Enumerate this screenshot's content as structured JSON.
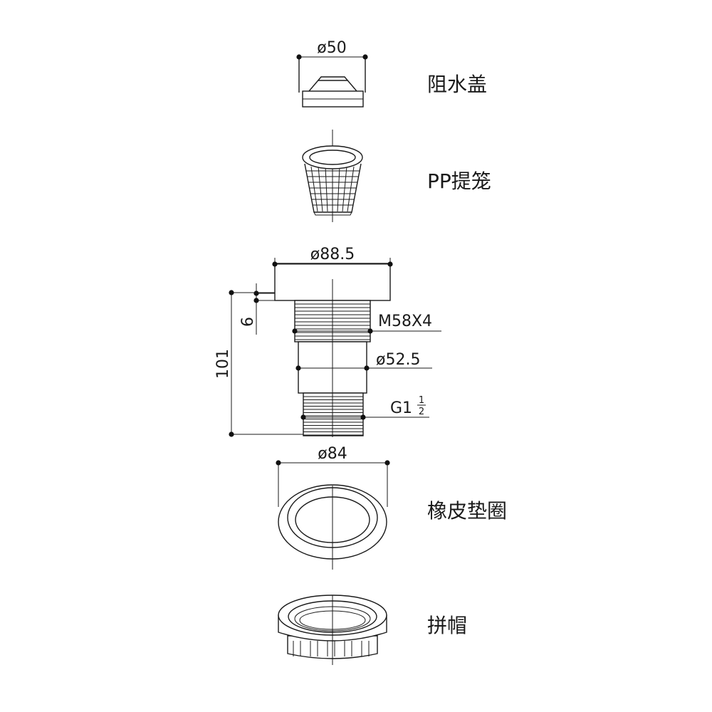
{
  "parts": {
    "water_stop_cap": "阻水盖",
    "pp_basket": "PP提笼",
    "rubber_gasket": "橡皮垫圈",
    "lock_nut": "拼帽"
  },
  "dimensions": {
    "cap_diameter": "ø50",
    "flange_diameter": "ø88.5",
    "thread_m": "M58X4",
    "body_diameter": "ø52.5",
    "thread_g": "G1",
    "thread_g_num": "1",
    "thread_g_den": "2",
    "flange_thickness": "6",
    "total_height": "101",
    "gasket_diameter": "ø84"
  },
  "colors": {
    "line": "#1a1a1a",
    "background": "#ffffff"
  }
}
